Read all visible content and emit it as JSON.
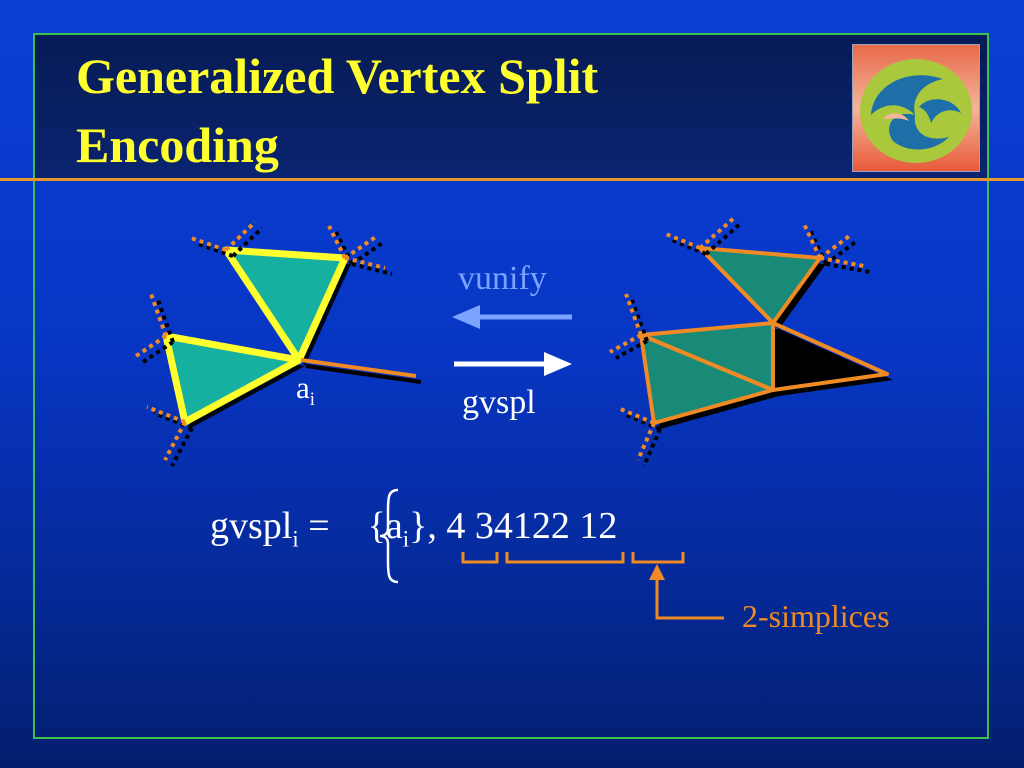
{
  "title": {
    "line1": "Generalized Vertex Split",
    "line2": "Encoding"
  },
  "diagram": {
    "vertex_label": {
      "base": "a",
      "sub": "i"
    },
    "arrow_top_label": "vunify",
    "arrow_bottom_label": "gvspl",
    "formula": {
      "lhs_base": "gvspl",
      "lhs_sub": "i",
      "equals": "=",
      "set_base": "{a",
      "set_sub": "i",
      "set_close": "},",
      "code": "4 34122 12"
    },
    "annotation": "2-simplices"
  },
  "colors": {
    "background": "#0a3fd6",
    "title_text": "#ffff2e",
    "rule": "#e8982a",
    "frame": "#3cc04a",
    "triangle_fill_left": "#16b0a0",
    "triangle_fill_right": "#1a8a78",
    "highlight_edge": "#ffff2e",
    "orange_edge": "#f08a24",
    "vunify_arrow": "#7aa4ff",
    "gvspl_arrow": "#ffffff"
  },
  "logo": {
    "icon": "university-logo-icon"
  }
}
